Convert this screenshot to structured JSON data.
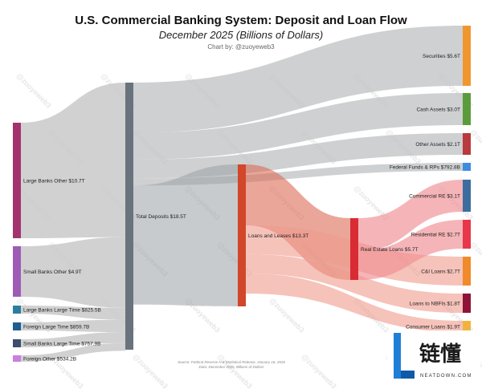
{
  "chart_data": {
    "type": "sankey",
    "title": "U.S. Commercial Banking System: Deposit and Loan Flow",
    "subtitle": "December 2025 (Billions of Dollars)",
    "credit": "Chart by: @zuoyeweb3",
    "source_note_1": "Source: Federal Reserve H.8 Statistical Release, January 16, 2026",
    "source_note_2": "Data: December 2025, Billions of Dollars",
    "watermark": "@zuoyeweb3",
    "nodes": [
      {
        "id": "lbo",
        "label": "Large Banks Other $10.7T",
        "value": 10700,
        "color": "#a3336e",
        "column": 0
      },
      {
        "id": "sbo",
        "label": "Small Banks Other $4.9T",
        "value": 4900,
        "color": "#9e5bb5",
        "column": 0
      },
      {
        "id": "lblt",
        "label": "Large Banks Large Time $825.5B",
        "value": 825.5,
        "color": "#2a7f9e",
        "column": 0
      },
      {
        "id": "flt",
        "label": "Foreign Large Time $859.7B",
        "value": 859.7,
        "color": "#1d5e93",
        "column": 0
      },
      {
        "id": "sblt",
        "label": "Small Banks Large Time $757.9B",
        "value": 757.9,
        "color": "#3b4e6b",
        "column": 0
      },
      {
        "id": "fo",
        "label": "Foreign Other $534.2B",
        "value": 534.2,
        "color": "#c77fe0",
        "column": 0
      },
      {
        "id": "td",
        "label": "Total Deposits $18.5T",
        "value": 18500,
        "color": "#68737d",
        "column": 1
      },
      {
        "id": "ll",
        "label": "Loans and Leases $13.3T",
        "value": 13300,
        "color": "#d2462a",
        "column": 2
      },
      {
        "id": "rel",
        "label": "Real Estate Loans $5.7T",
        "value": 5700,
        "color": "#d92b33",
        "column": 3
      },
      {
        "id": "sec",
        "label": "Securities $5.6T",
        "value": 5600,
        "color": "#f0962f",
        "column": 4
      },
      {
        "id": "cash",
        "label": "Cash Assets $3.0T",
        "value": 3000,
        "color": "#5a9c3c",
        "column": 4
      },
      {
        "id": "oa",
        "label": "Other Assets $2.1T",
        "value": 2100,
        "color": "#b8393e",
        "column": 4
      },
      {
        "id": "ff",
        "label": "Federal Funds & RPs $792.8B",
        "value": 792.8,
        "color": "#3c8de0",
        "column": 4
      },
      {
        "id": "cre",
        "label": "Commercial RE $3.1T",
        "value": 3100,
        "color": "#3d6d9e",
        "column": 4
      },
      {
        "id": "rre",
        "label": "Residential RE $2.7T",
        "value": 2700,
        "color": "#e8364a",
        "column": 4
      },
      {
        "id": "ci",
        "label": "C&I Loans $2.7T",
        "value": 2700,
        "color": "#f08a2a",
        "column": 4
      },
      {
        "id": "nbfi",
        "label": "Loans to NBFIs $1.8T",
        "value": 1800,
        "color": "#8f1238",
        "column": 4
      },
      {
        "id": "cons",
        "label": "Consumer Loans $1.9T",
        "value": 1900,
        "color": "#f2b33d",
        "column": 4
      }
    ],
    "links": [
      {
        "source": "lbo",
        "target": "td",
        "value": 10700
      },
      {
        "source": "sbo",
        "target": "td",
        "value": 4900
      },
      {
        "source": "lblt",
        "target": "td",
        "value": 825.5
      },
      {
        "source": "flt",
        "target": "td",
        "value": 859.7
      },
      {
        "source": "sblt",
        "target": "td",
        "value": 757.9
      },
      {
        "source": "fo",
        "target": "td",
        "value": 534.2
      },
      {
        "source": "td",
        "target": "sec",
        "value": 5600
      },
      {
        "source": "td",
        "target": "cash",
        "value": 3000
      },
      {
        "source": "td",
        "target": "oa",
        "value": 2100
      },
      {
        "source": "td",
        "target": "ff",
        "value": 792.8
      },
      {
        "source": "td",
        "target": "ll",
        "value": 13300
      },
      {
        "source": "ll",
        "target": "rel",
        "value": 5700
      },
      {
        "source": "ll",
        "target": "ci",
        "value": 2700
      },
      {
        "source": "ll",
        "target": "nbfi",
        "value": 1800
      },
      {
        "source": "ll",
        "target": "cons",
        "value": 1900
      },
      {
        "source": "rel",
        "target": "cre",
        "value": 3100
      },
      {
        "source": "rel",
        "target": "rre",
        "value": 2700
      }
    ]
  },
  "logo": {
    "mark": "L",
    "text_cn": "链懂",
    "text_en": "NEATDOWN.COM",
    "icon": "neatdown-logo-icon"
  }
}
